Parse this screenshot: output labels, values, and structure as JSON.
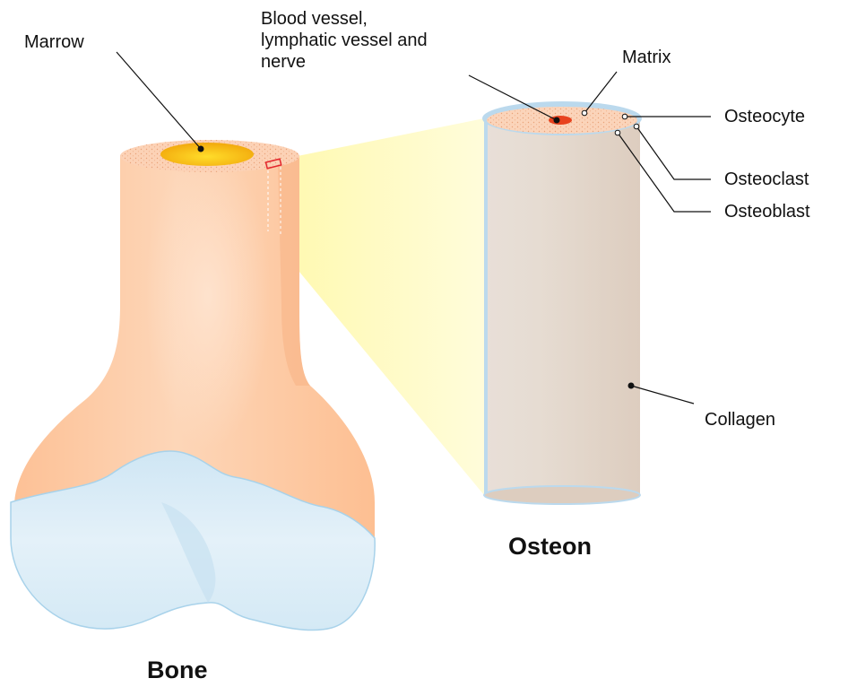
{
  "labels": {
    "marrow": "Marrow",
    "vessels": "Blood vessel,\nlymphatic vessel and\nnerve",
    "matrix": "Matrix",
    "osteocyte": "Osteocyte",
    "osteoclast": "Osteoclast",
    "osteoblast": "Osteoblast",
    "collagen": "Collagen"
  },
  "captions": {
    "bone": "Bone",
    "osteon": "Osteon"
  },
  "colors": {
    "bone_orange": "#FDC196",
    "bone_highlight": "#FDE2CC",
    "cartilage": "#D6EAF5",
    "cartilage_edge": "#9FCBE6",
    "marrow_yellow": "#FFD21C",
    "osteon_body": "#E3D7CD",
    "osteon_rim": "#B9D9EE",
    "zoom_beam": "#FFFBC6",
    "vessel_core": "#E8421E"
  }
}
